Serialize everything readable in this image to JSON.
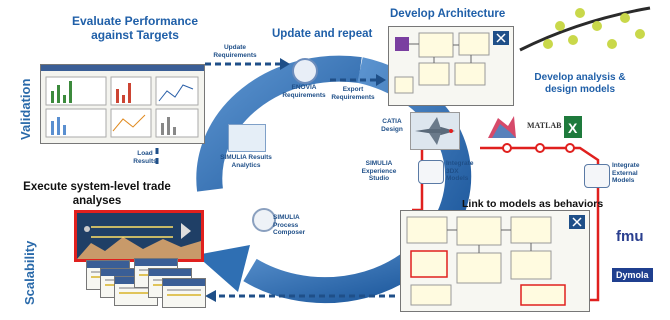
{
  "headings": {
    "evaluate": "Evaluate Performance against Targets",
    "update": "Update and repeat",
    "develop": "Develop Architecture",
    "develop_models": "Develop analysis & design models",
    "execute": "Execute system-level trade analyses",
    "link": "Link to models as behaviors"
  },
  "side_labels": {
    "validation": "Validation",
    "scalability": "Scalability"
  },
  "flow_labels": {
    "update_requirements": "Update Requirements",
    "export_requirements": "Export Requirements",
    "load_results": "Load Results"
  },
  "tools": {
    "enovia": "ENOVIA Requirements",
    "catia": "CATIA Design",
    "simulia_analytics": "SIMULIA Results Analytics",
    "simulia_composer": "SIMULIA Process Composer",
    "simulia_studio": "SIMULIA Experience Studio",
    "integrate_3dx": "Integrate 3DX Models",
    "integrate_external": "Integrate External Models",
    "matlab": "MATLAB",
    "fmu_logo": "fmu",
    "dymola": "Dymola"
  },
  "colors": {
    "heading": "#1f5fa8",
    "cycle_arrow": "#2f6fb3",
    "red_line": "#e0201e",
    "dashed_arrow": "#1f4f88"
  }
}
